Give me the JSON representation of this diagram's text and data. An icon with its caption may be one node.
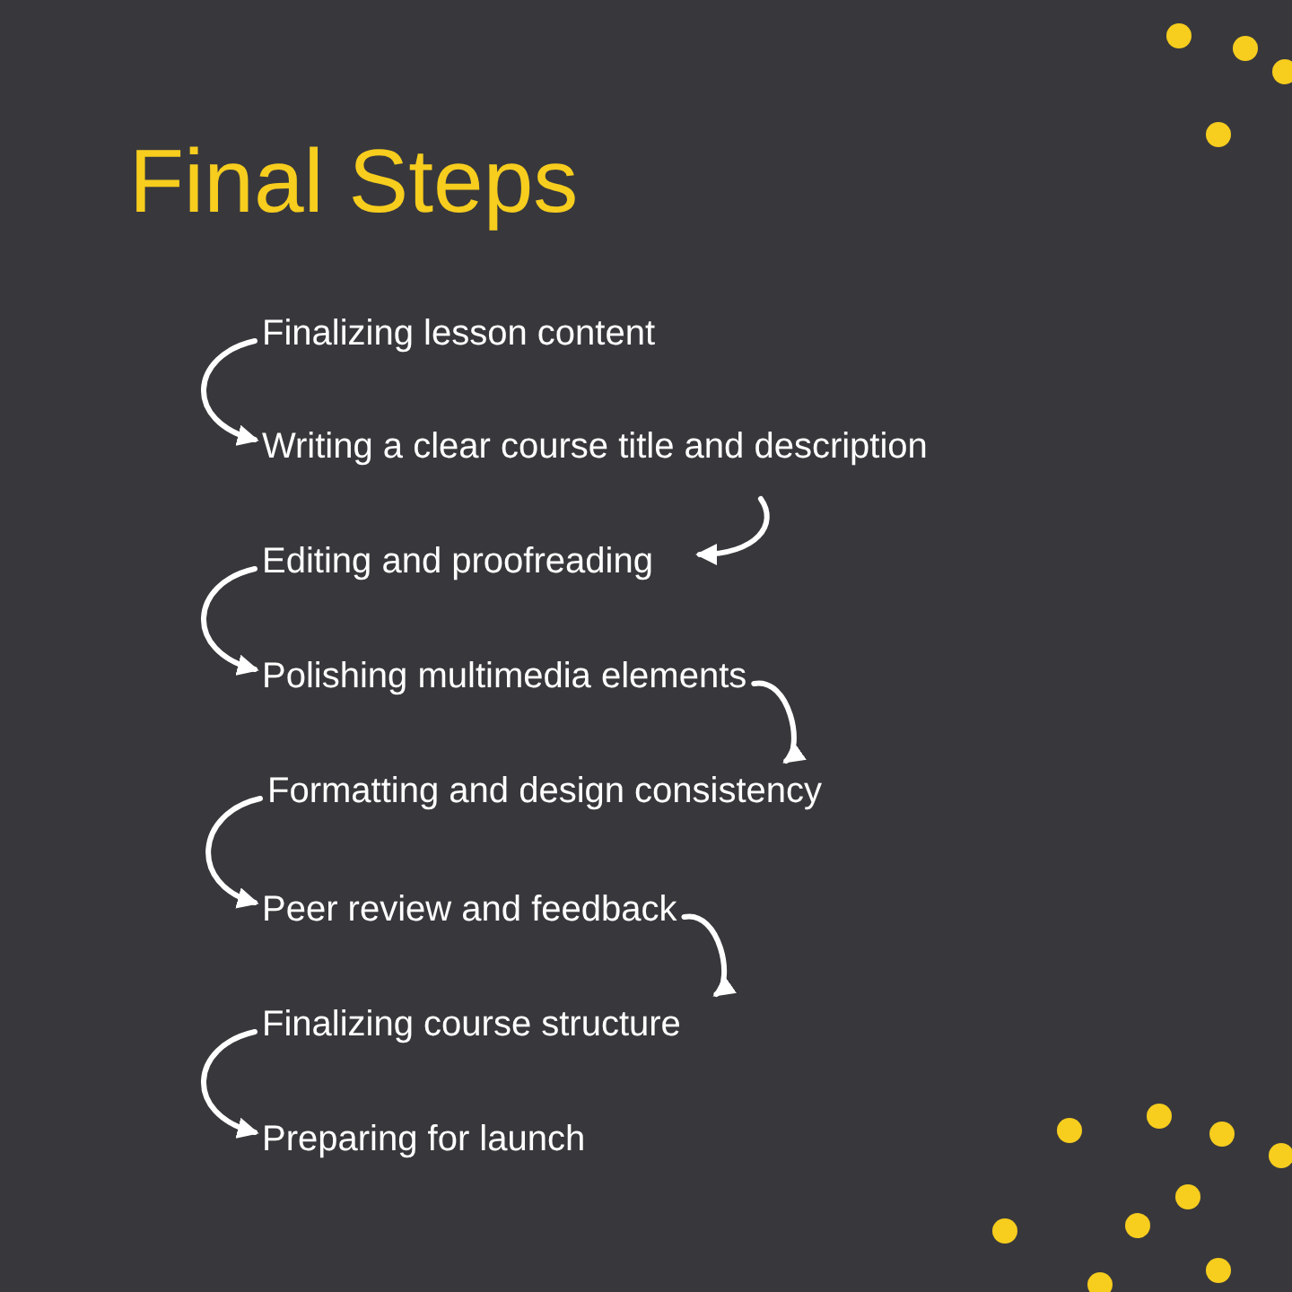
{
  "diagram": {
    "title": "Final Steps",
    "nodes": [
      {
        "text": [
          "Finalizing lesson content"
        ]
      },
      {
        "text": [
          "Writing a clear course title and description"
        ]
      },
      {
        "text": [
          "Editing and proofreading"
        ]
      },
      {
        "text": [
          "Polishing multimedia elements"
        ]
      },
      {
        "text": [
          "Formatting and design consistency"
        ]
      },
      {
        "text": [
          "Peer review and feedback"
        ]
      },
      {
        "text": [
          "Finalizing course structure"
        ]
      },
      {
        "text": [
          "Preparing for launch"
        ]
      }
    ],
    "edges": [
      {
        "from": 0,
        "to": 1,
        "arrow": "to"
      },
      {
        "from": 1,
        "to": 2,
        "arrow": "to"
      },
      {
        "from": 2,
        "to": 3,
        "arrow": "to"
      },
      {
        "from": 3,
        "to": 4,
        "arrow": "to"
      },
      {
        "from": 4,
        "to": 5,
        "arrow": "to"
      },
      {
        "from": 5,
        "to": 6,
        "arrow": "to"
      },
      {
        "from": 6,
        "to": 7,
        "arrow": "to"
      }
    ]
  }
}
